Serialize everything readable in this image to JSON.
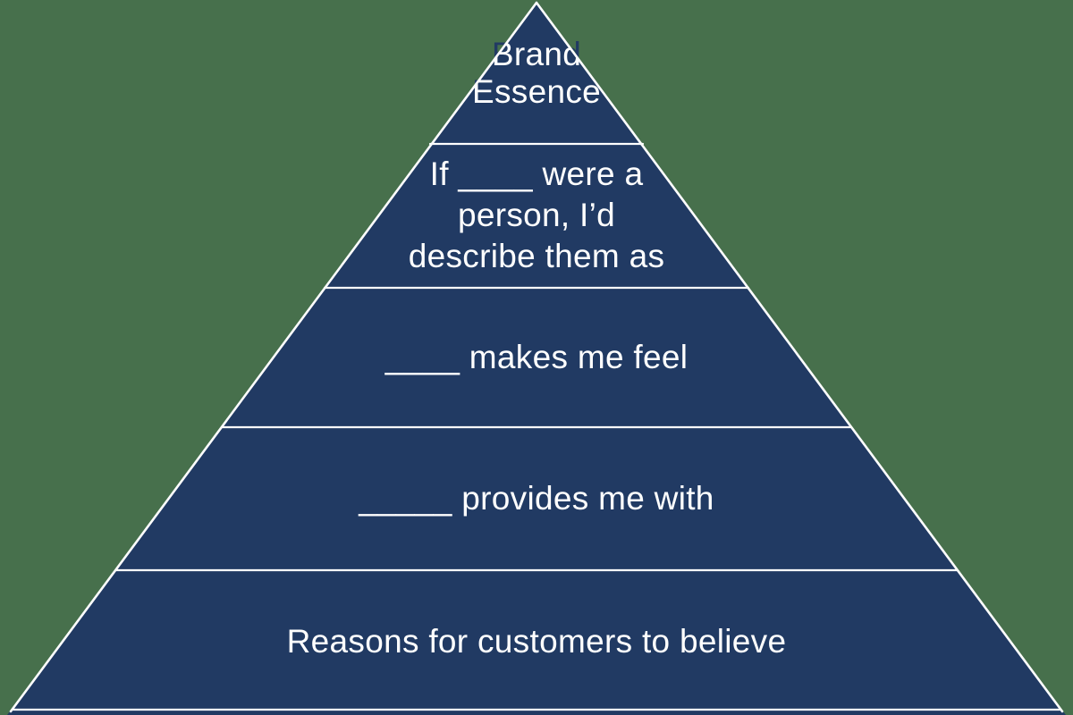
{
  "figure": {
    "type": "pyramid-diagram",
    "title": "Brand Essence Pyramid"
  },
  "colors": {
    "background": "#47704c",
    "pyramid": "#213a63",
    "outline": "#ffffff",
    "text": "#ffffff"
  },
  "pyramid": {
    "tiers": [
      {
        "label": "Brand Essence",
        "lines": [
          "Brand",
          "Essence"
        ]
      },
      {
        "label": "If ____ were a person, I’d describe them as",
        "lines": [
          "If ____ were a",
          "person, I’d",
          "describe them as"
        ]
      },
      {
        "label": "____ makes me feel",
        "lines": [
          "____ makes me feel"
        ]
      },
      {
        "label": "_____ provides me with",
        "lines": [
          "_____ provides me with"
        ]
      },
      {
        "label": "Reasons for customers to believe",
        "lines": [
          "Reasons for customers to believe"
        ]
      }
    ]
  }
}
